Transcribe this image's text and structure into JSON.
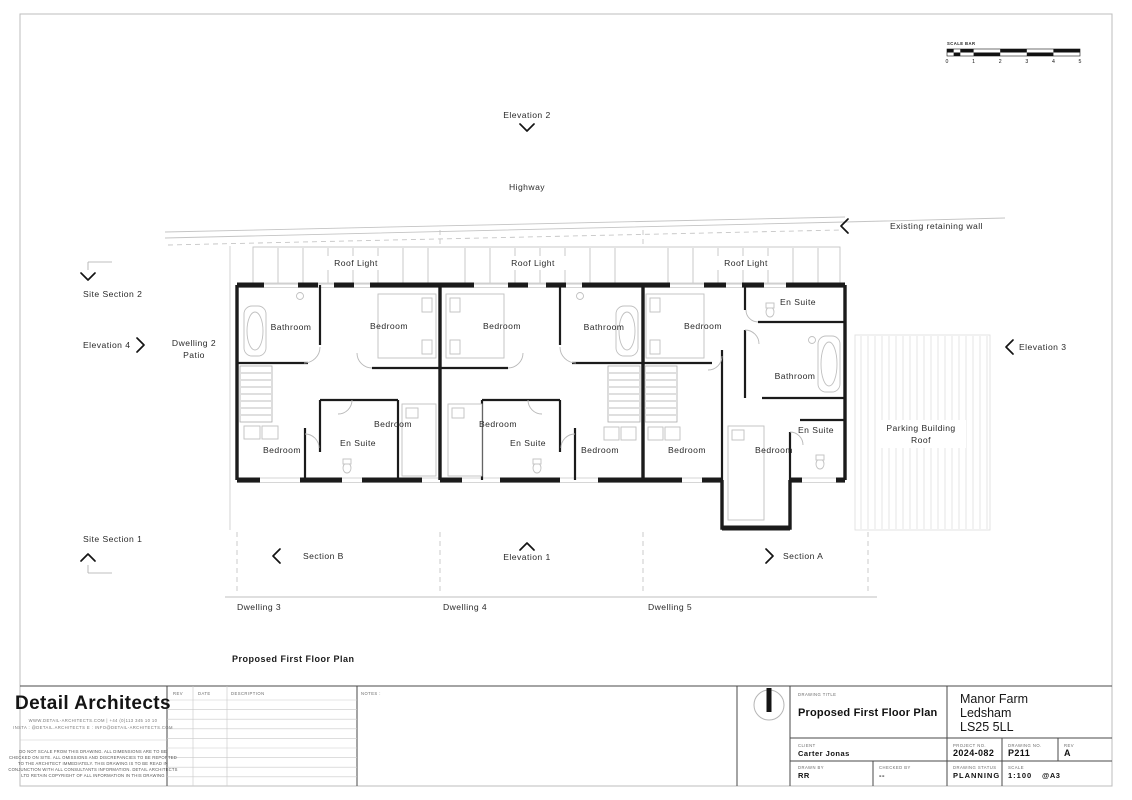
{
  "palette": {
    "ink": "#1b1b1b",
    "light_line": "#c4c4c4"
  },
  "scale_bar": {
    "label": "SCALE BAR",
    "ticks": [
      "0",
      "1",
      "2",
      "3",
      "4",
      "5"
    ]
  },
  "plan": {
    "roof_light": "Roof Light",
    "rooms": [
      "Bathroom",
      "Bedroom",
      "Bedroom",
      "En Suite",
      "Bedroom",
      "Bedroom",
      "Bathroom",
      "Bedroom",
      "En Suite",
      "Bedroom",
      "Bedroom",
      "En Suite",
      "Bathroom",
      "Bedroom",
      "Bedroom",
      "En Suite"
    ],
    "parking_line1": "Parking Building",
    "parking_line2": "Roof",
    "annotations": {
      "elevation_1": "Elevation 1",
      "elevation_2": "Elevation 2",
      "elevation_3": "Elevation 3",
      "elevation_4": "Elevation 4",
      "site_section_1": "Site Section 1",
      "site_section_2": "Site Section 2",
      "section_a": "Section A",
      "section_b": "Section B",
      "highway": "Highway",
      "retaining_wall": "Existing retaining wall",
      "patio_line1": "Dwelling 2",
      "patio_line2": "Patio",
      "dwelling_3": "Dwelling 3",
      "dwelling_4": "Dwelling 4",
      "dwelling_5": "Dwelling 5",
      "caption": "Proposed First Floor Plan"
    }
  },
  "title_block": {
    "firm": {
      "name": "Detail Architects",
      "contact1": "WWW.DETAIL-ARCHITECTS.COM | +44 (0)113 345 10 10",
      "contact2": "INSTA : @DETAIL.ARCHITECTS   E : INFO@DETAIL-ARCHITECTS.COM",
      "disclaimer": [
        "DO NOT SCALE FROM THIS DRAWING. ALL DIMENSIONS ARE TO BE",
        "CHECKED ON SITE. ALL OMISSIONS AND DISCREPANCIES TO BE REPORTED",
        "TO THE ARCHITECT IMMEDIATELY. THIS DRAWING IS TO BE READ IN",
        "CONJUNCTION WITH ALL CONSULTANTS INFORMATION. DETAIL ARCHITECTS",
        "LTD RETAIN COPYRIGHT OF ALL INFORMATION IN THIS DRAWING"
      ]
    },
    "rev_table": {
      "rev": "REV",
      "date": "DATE",
      "description": "DESCRIPTION",
      "notes": "NOTES :"
    },
    "drawing": {
      "title_label": "DRAWING TITLE",
      "title": "Proposed First Floor Plan"
    },
    "project": {
      "address1": "Manor Farm",
      "address2": "Ledsham",
      "address3": "LS25 5LL",
      "client_label": "CLIENT",
      "client": "Carter Jonas",
      "project_no_label": "PROJECT NO.",
      "project_no": "2024-082",
      "drawing_no_label": "DRAWING NO.",
      "drawing_no": "P211",
      "rev_label": "REV",
      "rev": "A",
      "drawn_label": "DRAWN BY",
      "drawn": "RR",
      "checked_label": "CHECKED BY",
      "checked": "--",
      "status_label": "DRAWING STATUS",
      "status": "PLANNING",
      "scale_label": "SCALE",
      "scale": "1:100",
      "paper": "@A3"
    }
  }
}
